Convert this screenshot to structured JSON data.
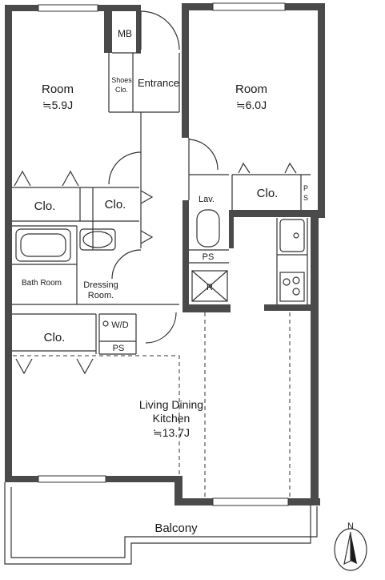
{
  "rooms": {
    "room_west": {
      "name": "Room",
      "size": "≒5.9J"
    },
    "room_east": {
      "name": "Room",
      "size": "≒6.0J"
    },
    "ldk": {
      "name_line1": "Living Dining",
      "name_line2": "Kitchen",
      "size": "≒13.7J"
    },
    "entrance": "Entrance",
    "mb": "MB",
    "shoes_line1": "Shoes",
    "shoes_line2": "Clo.",
    "clo_west": "Clo.",
    "clo_center": "Clo.",
    "clo_east": "Clo.",
    "clo_ldk": "Clo.",
    "lav": "Lav.",
    "ps_toilet": "PS",
    "ps_wd": "PS",
    "ps_east_line1": "P",
    "ps_east_line2": "S",
    "wd": "W/D",
    "bath": "Bath Room",
    "dressing_line1": "Dressing",
    "dressing_line2": "Room.",
    "refrigerator": "R",
    "balcony": "Balcony",
    "north": "N"
  }
}
